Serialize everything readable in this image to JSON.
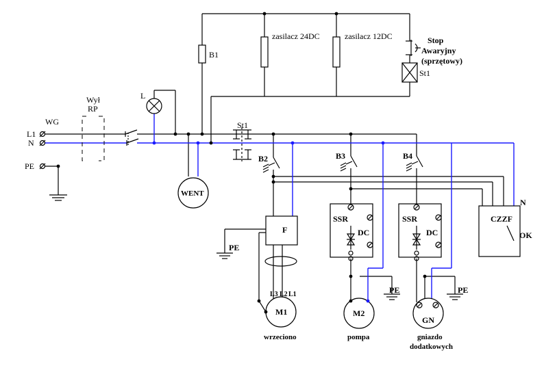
{
  "labels": {
    "wg": "WG",
    "l1": "L1",
    "n_in": "N",
    "pe_in": "PE",
    "wyl_line1": "Wył",
    "wyl_line2": "RP",
    "lamp": "L",
    "b1": "B1",
    "psu24": "zasilacz 24DC",
    "psu12": "zasilacz 12DC",
    "stop_line1": "Stop",
    "stop_line2": "Awaryjny",
    "stop_line3": "(sprzętowy)",
    "st1_coil": "St1",
    "st1_contact": "St1",
    "went": "WENT",
    "b2": "B2",
    "b3": "B3",
    "b4": "B4",
    "n_right": "N",
    "czzf": "CZZF",
    "ok": "OK",
    "ssr1": "SSR",
    "dc1": "DC",
    "ssr2": "SSR",
    "dc2": "DC",
    "f_box": "F",
    "pe_f": "PE",
    "pe_m2": "PE",
    "pe_gn": "PE",
    "m1_l3": "L3",
    "m1_l2": "L2",
    "m1_l1": "L1",
    "m1": "M1",
    "m2": "M2",
    "gn": "GN",
    "cap_m1": "wrzeciono",
    "cap_m2": "pompa",
    "cap_gn_line1": "gniazdo",
    "cap_gn_line2": "dodatkowych"
  },
  "colors": {
    "wire": "#000000",
    "neutral_wire": "#1a1aff"
  }
}
